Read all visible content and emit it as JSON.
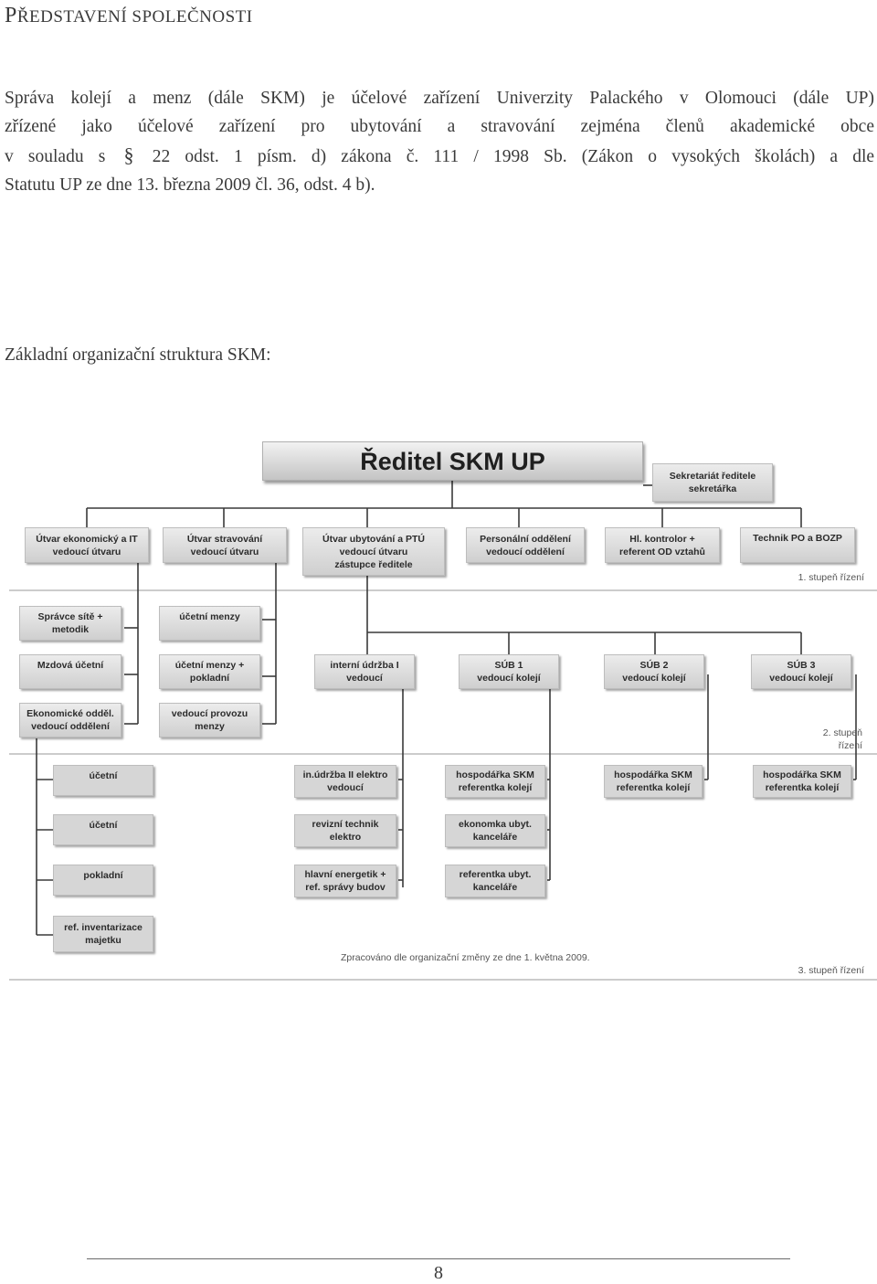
{
  "heading": {
    "first": "P",
    "rest": "ŘEDSTAVENÍ SPOLEČNOSTI"
  },
  "paragraph": {
    "line1": "Správa kolejí a menz (dále SKM) je účelové zařízení Univerzity Palackého v Olomouci (dále UP)",
    "line2": "zřízené jako účelové zařízení pro ubytování a stravování zejména členů akademické obce",
    "line3_a": "v souladu s",
    "section_sign": "§",
    "line3_b": "22 odst. 1 písm. d) zákona č. 111 / 1998 Sb. (Zákon o vysokých školách) a dle",
    "line4": "Statutu UP ze dne 13. března 2009 čl. 36, odst. 4 b)."
  },
  "subtitle": "Základní organizační struktura SKM:",
  "org_chart": {
    "director": "Ředitel SKM UP",
    "secretariat": [
      "Sekretariát ředitele",
      "sekretářka"
    ],
    "level1": [
      [
        "Útvar ekonomický a IT",
        "vedoucí útvaru"
      ],
      [
        "Útvar stravování",
        "vedoucí útvaru"
      ],
      [
        "Útvar ubytování a PTÚ",
        "vedoucí útvaru",
        "zástupce ředitele"
      ],
      [
        "Personální oddělení",
        "vedoucí oddělení"
      ],
      [
        "Hl. kontrolor +",
        "referent OD vztahů"
      ],
      [
        "Technik PO a BOZP"
      ]
    ],
    "level1_label": "1. stupeň řízení",
    "econ_col": [
      [
        "Správce sítě +",
        "metodik"
      ],
      [
        "Mzdová účetní"
      ],
      [
        "Ekonomické odděl.",
        "vedoucí oddělení"
      ]
    ],
    "catering_col": [
      [
        "účetní menzy"
      ],
      [
        "účetní menzy +",
        "pokladní"
      ],
      [
        "vedoucí provozu",
        "menzy"
      ]
    ],
    "level2_row": [
      [
        "interní údržba I",
        "vedoucí"
      ],
      [
        "SÚB 1",
        "vedoucí kolejí"
      ],
      [
        "SÚB 2",
        "vedoucí kolejí"
      ],
      [
        "SÚB 3",
        "vedoucí kolejí"
      ]
    ],
    "level2_label": [
      "2. stupeň",
      "řízení"
    ],
    "econ_sub": [
      [
        "účetní"
      ],
      [
        "účetní"
      ],
      [
        "pokladní"
      ],
      [
        "ref. inventarizace",
        "majetku"
      ]
    ],
    "maint_sub": [
      [
        "in.údržba II elektro",
        "vedoucí"
      ],
      [
        "revizní technik",
        "elektro"
      ],
      [
        "hlavní energetik +",
        "ref. správy budov"
      ]
    ],
    "sub1": [
      [
        "hospodářka SKM",
        "referentka kolejí"
      ],
      [
        "ekonomka ubyt.",
        "kanceláře"
      ],
      [
        "referentka ubyt.",
        "kanceláře"
      ]
    ],
    "sub2": [
      [
        "hospodářka SKM",
        "referentka kolejí"
      ]
    ],
    "sub3": [
      [
        "hospodářka SKM",
        "referentka kolejí"
      ]
    ],
    "note": "Zpracováno dle organizační změny ze dne 1. května 2009.",
    "level3_label": "3. stupeň řízení"
  },
  "page_number": "8"
}
